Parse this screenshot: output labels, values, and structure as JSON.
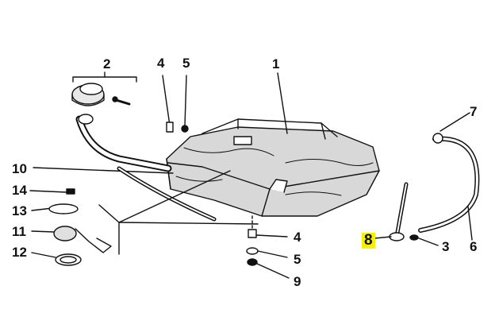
{
  "diagram": {
    "callouts": [
      {
        "id": "c1",
        "label": "1"
      },
      {
        "id": "c2",
        "label": "2"
      },
      {
        "id": "c3",
        "label": "3"
      },
      {
        "id": "c4a",
        "label": "4"
      },
      {
        "id": "c4b",
        "label": "4"
      },
      {
        "id": "c5a",
        "label": "5"
      },
      {
        "id": "c5b",
        "label": "5"
      },
      {
        "id": "c6",
        "label": "6"
      },
      {
        "id": "c7",
        "label": "7"
      },
      {
        "id": "c8",
        "label": "8",
        "highlighted": true
      },
      {
        "id": "c9",
        "label": "9"
      },
      {
        "id": "c10",
        "label": "10"
      },
      {
        "id": "c11",
        "label": "11"
      },
      {
        "id": "c12",
        "label": "12"
      },
      {
        "id": "c13",
        "label": "13"
      },
      {
        "id": "c14",
        "label": "14"
      }
    ],
    "colors": {
      "ink": "#111111",
      "highlight": "#f6f000",
      "background": "#ffffff"
    }
  }
}
